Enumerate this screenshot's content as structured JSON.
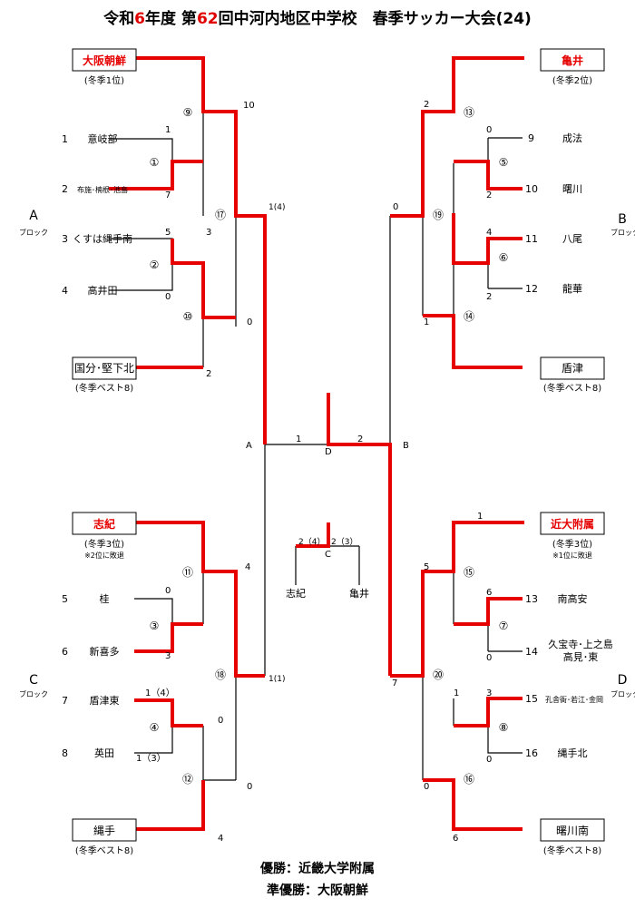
{
  "title": {
    "pre": "令和",
    "year": "6",
    "mid1": "年度 第",
    "num": "62",
    "rest": "回中河内地区中学校　春季サッカー大会(24)"
  },
  "seeds": {
    "a": {
      "name": "大阪朝鮮",
      "note": "(冬季1位)"
    },
    "b": {
      "name": "亀井",
      "note": "(冬季2位)"
    },
    "a2": {
      "name": "国分･堅下北",
      "note": "(冬季ベスト8)"
    },
    "b2": {
      "name": "盾津",
      "note": "(冬季ベスト8)"
    },
    "c": {
      "name": "志紀",
      "note": "(冬季3位)",
      "sub": "※2位に敗退"
    },
    "d": {
      "name": "近大附属",
      "note": "(冬季3位)",
      "sub": "※1位に敗退"
    },
    "c2": {
      "name": "縄手",
      "note": "(冬季ベスト8)"
    },
    "d2": {
      "name": "曙川南",
      "note": "(冬季ベスト8)"
    }
  },
  "teams": {
    "t1": "意岐部",
    "t2": "布施･楠根･池島",
    "t3": "くすは縄手南",
    "t4": "高井田",
    "t5": "桂",
    "t6": "新喜多",
    "t7": "盾津東",
    "t8": "英田",
    "t9": "成法",
    "t10": "曙川",
    "t11": "八尾",
    "t12": "龍華",
    "t13": "南高安",
    "t14a": "久宝寺･上之島",
    "t14b": "高見･東",
    "t15": "孔舎衙･若江･金岡",
    "t16": "縄手北"
  },
  "nums": {
    "n1": "1",
    "n2": "2",
    "n3": "3",
    "n4": "4",
    "n5": "5",
    "n6": "6",
    "n7": "7",
    "n8": "8",
    "n9": "9",
    "n10": "10",
    "n11": "11",
    "n12": "12",
    "n13": "13",
    "n14": "14",
    "n15": "15",
    "n16": "16"
  },
  "blocks": {
    "A": "A",
    "B": "B",
    "C": "C",
    "D": "D",
    "suffix": "ブロック"
  },
  "matches": {
    "m1": "①",
    "m2": "②",
    "m3": "③",
    "m4": "④",
    "m5": "⑤",
    "m6": "⑥",
    "m7": "⑦",
    "m8": "⑧",
    "m9": "⑨",
    "m10": "⑩",
    "m11": "⑪",
    "m12": "⑫",
    "m13": "⑬",
    "m14": "⑭",
    "m15": "⑮",
    "m16": "⑯",
    "m17": "⑰",
    "m18": "⑱",
    "m19": "⑲",
    "m20": "⑳"
  },
  "scores": {
    "s1a": "1",
    "s1b": "7",
    "s2a": "5",
    "s2b": "0",
    "s9a": "10",
    "s9b": "3",
    "s10b": "2",
    "s17a": "1(4)",
    "s17b": "0",
    "s13a": "2",
    "s5a": "0",
    "s5b": "2",
    "s6a": "4",
    "s6b": "2",
    "s14b": "1",
    "s19a": "0",
    "s3a": "0",
    "s3b": "3",
    "s4a": "1（4）",
    "s4b": "1（3）",
    "s11a": "4",
    "s12a": "0",
    "s12b": "0",
    "s12c": "4",
    "s18a": "1(1)",
    "s15a": "1",
    "s15b": "5",
    "s7a": "6",
    "s7b": "0",
    "s8a": "3",
    "s8b": "1",
    "s8c": "0",
    "s16a": "0",
    "s16b": "6",
    "s20a": "7",
    "finalL": "1",
    "finalR": "2",
    "thirdL": "2（4）",
    "thirdR": "2（3）"
  },
  "nodes": {
    "A": "A",
    "B": "B",
    "C": "C",
    "D": "D"
  },
  "third": {
    "left": "志紀",
    "right": "亀井"
  },
  "summary": {
    "winner": "優勝：近畿大学附属",
    "runner": "準優勝：大阪朝鮮"
  },
  "colors": {
    "win": "#e60000",
    "line": "#000000"
  }
}
